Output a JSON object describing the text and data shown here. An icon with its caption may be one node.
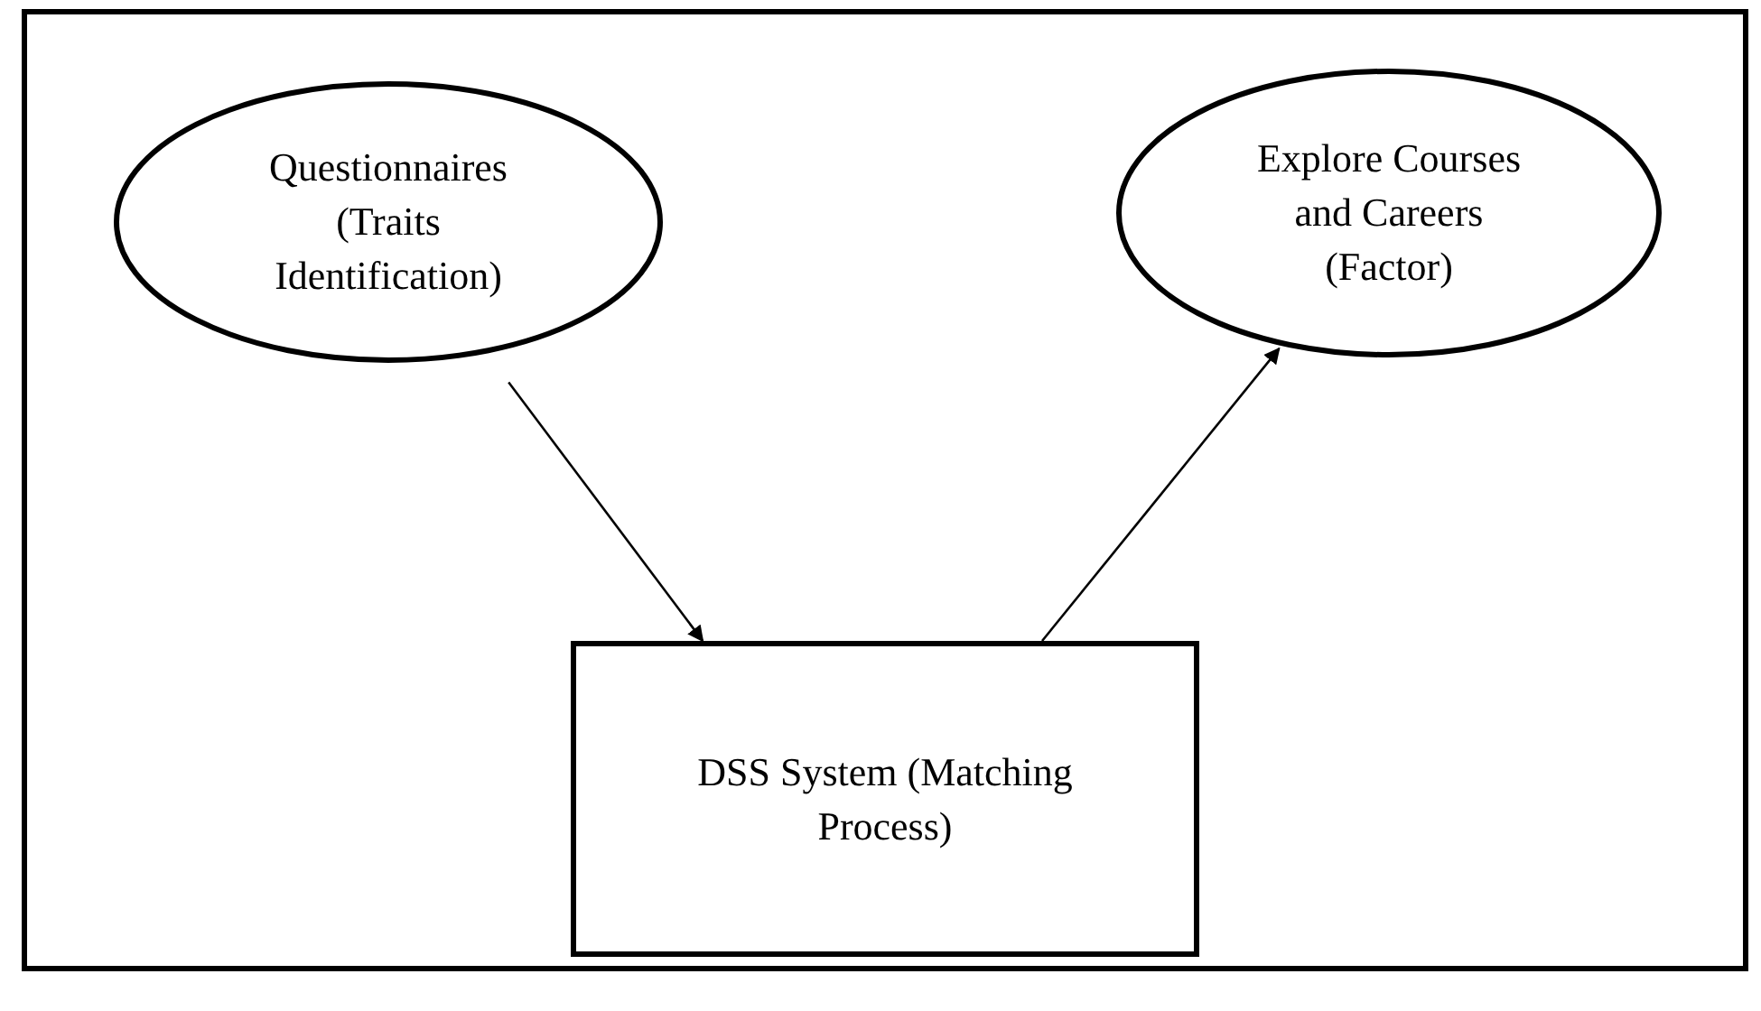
{
  "diagram": {
    "nodes": [
      {
        "text": [
          "Questionnaires (Traits Identification)"
        ]
      },
      {
        "text": [
          "Explore Courses and Careers (Factor)"
        ]
      },
      {
        "text": [
          "DSS System (Matching Process)"
        ]
      }
    ],
    "edges": [
      {
        "from": 0,
        "to": 2,
        "arrow": "to"
      },
      {
        "from": 2,
        "to": 1,
        "arrow": "to"
      }
    ]
  }
}
